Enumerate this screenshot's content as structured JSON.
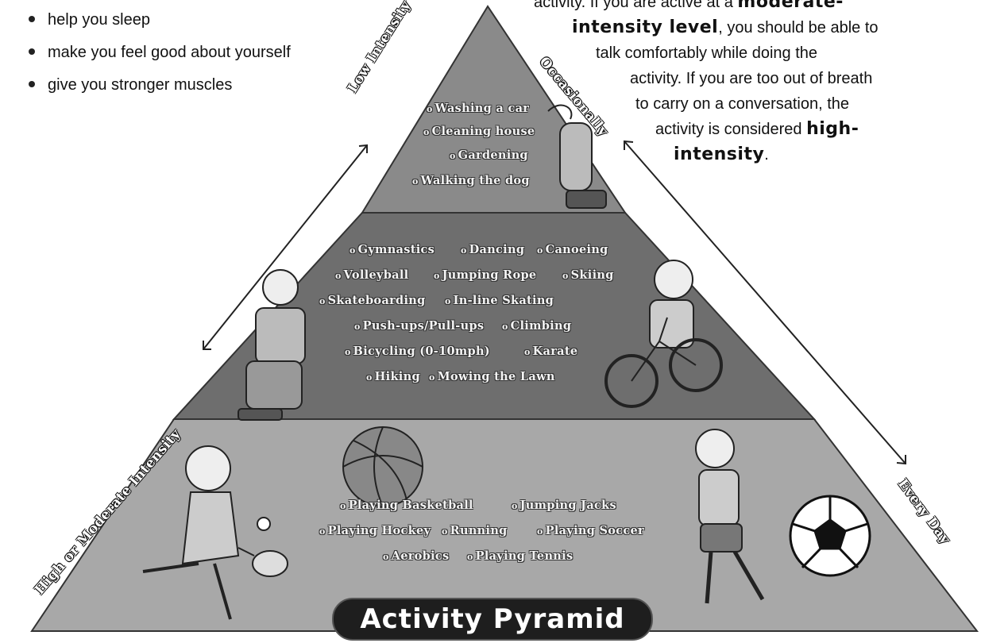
{
  "bullets": [
    {
      "text": "help you sleep"
    },
    {
      "text": "make you feel good about yourself"
    },
    {
      "text": "give you stronger muscles"
    }
  ],
  "note": {
    "line1_text": "activity. If you are active at a",
    "line1_bold": "moderate-",
    "line2_bold": "intensity level",
    "line2_text": ", you should be able to",
    "line3": "talk comfortably while doing the",
    "line4": "activity. If you are too out of breath",
    "line5": "to carry on a conversation, the",
    "line6_text": "activity is considered",
    "line6_bold": "high-",
    "line7_bold": "intensity",
    "line7_text": "."
  },
  "side_labels": {
    "low": "Low Intensity",
    "high": "High or Moderate Intensity",
    "occasionally": "Occasionally",
    "every_day": "Every Day"
  },
  "tiers": {
    "top": [
      "Washing a car",
      "Cleaning house",
      "Gardening",
      "Walking the dog"
    ],
    "middle": [
      "Gymnastics",
      "Dancing",
      "Canoeing",
      "Volleyball",
      "Jumping Rope",
      "Skiing",
      "Skateboarding",
      "In-line Skating",
      "Push-ups/Pull-ups",
      "Climbing",
      "Bicycling (0-10mph)",
      "Karate",
      "Hiking",
      "Mowing the Lawn"
    ],
    "bottom": [
      "Playing Basketball",
      "Jumping Jacks",
      "Playing Hockey",
      "Running",
      "Playing Soccer",
      "Aerobics",
      "Playing Tennis"
    ]
  },
  "title": "Activity Pyramid",
  "colors": {
    "top": "#8a8a8a",
    "middle": "#6e6e6e",
    "bottom": "#a8a8a8",
    "outline": "#333333"
  },
  "icons": [
    "vacuum-cleaner-icon",
    "skater-figure-icon",
    "cyclist-figure-icon",
    "tennis-player-figure-icon",
    "basketball-icon",
    "runner-figure-icon",
    "soccer-ball-icon"
  ]
}
